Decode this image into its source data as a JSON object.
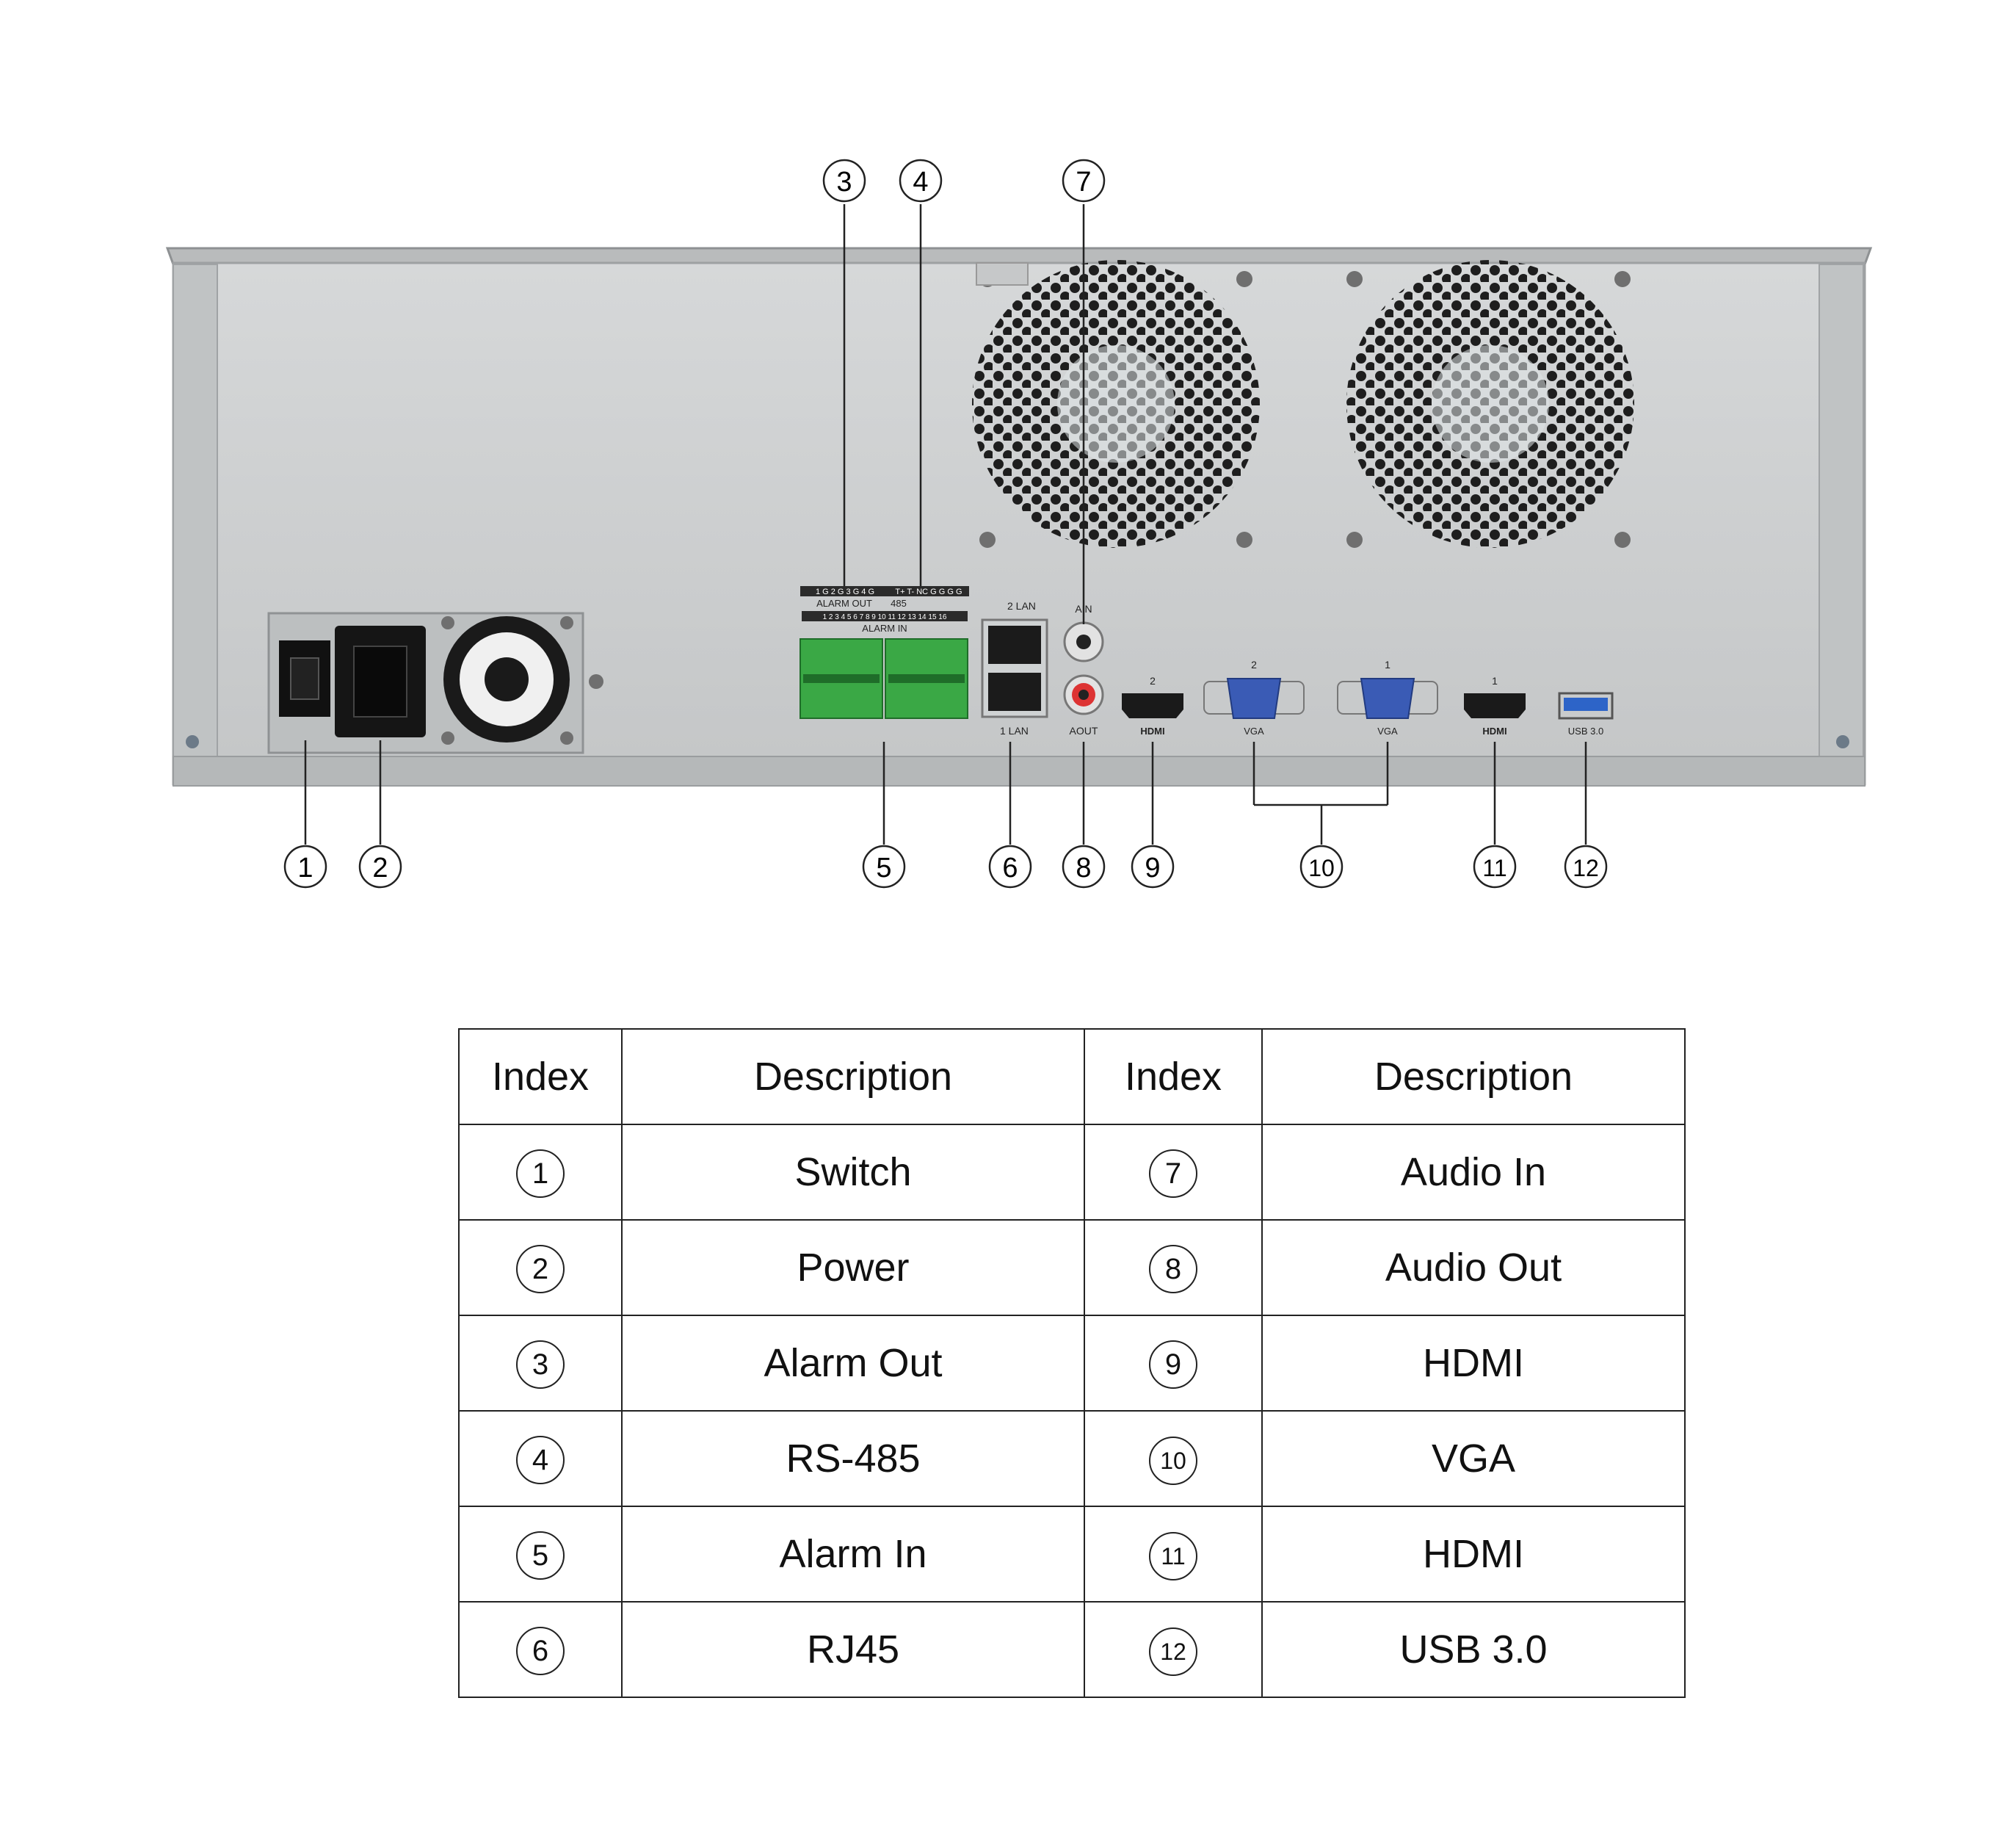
{
  "callouts": [
    "1",
    "2",
    "3",
    "4",
    "5",
    "6",
    "7",
    "8",
    "9",
    "10",
    "11",
    "12"
  ],
  "panel_labels": {
    "alarm_out_header": "1 G 2 G 3 G 4 G",
    "rs485_header": "T+ T- NC G G G G",
    "alarm_out": "ALARM OUT",
    "rs485": "485",
    "alarm_in_header": "1 2 3 4 5 6 7 8  9 10 11 12 13 14 15 16",
    "alarm_in": "ALARM IN",
    "lan2": "2  LAN",
    "lan1": "1  LAN",
    "ain": "AIN",
    "aout": "AOUT",
    "hdmi2_num": "2",
    "hdmi_logo_1": "HDMI",
    "hdmi_logo_2": "HDMI",
    "vga2_num": "2",
    "vga1_num": "1",
    "vga_label_1": "VGA",
    "vga_label_2": "VGA",
    "hdmi1_num": "1",
    "usb": "USB 3.0"
  },
  "table": {
    "headers": [
      "Index",
      "Description",
      "Index",
      "Description"
    ],
    "rows": [
      {
        "i1": "1",
        "d1": "Switch",
        "i2": "7",
        "d2": "Audio In"
      },
      {
        "i1": "2",
        "d1": "Power",
        "i2": "8",
        "d2": "Audio Out"
      },
      {
        "i1": "3",
        "d1": "Alarm Out",
        "i2": "9",
        "d2": "HDMI"
      },
      {
        "i1": "4",
        "d1": "RS-485",
        "i2": "10",
        "d2": "VGA"
      },
      {
        "i1": "5",
        "d1": "Alarm In",
        "i2": "11",
        "d2": "HDMI"
      },
      {
        "i1": "6",
        "d1": "RJ45",
        "i2": "12",
        "d2": "USB 3.0"
      }
    ]
  },
  "colors": {
    "chassis": "#c9cbcc",
    "chassis_edge": "#9da0a2",
    "terminal_green": "#3aa845",
    "vga_blue": "#3a5bb5",
    "usb_blue": "#2d64c8",
    "line": "#222222"
  }
}
